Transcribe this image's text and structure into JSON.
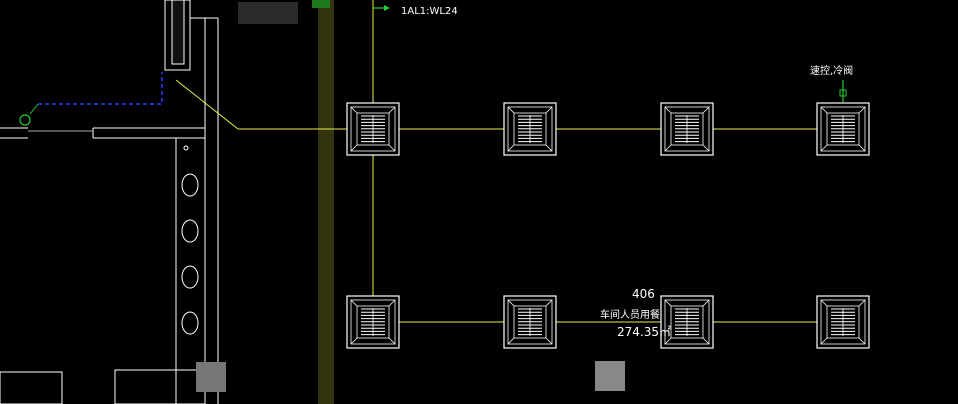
{
  "circuit_label": "1AL1:WL24",
  "room": {
    "number": "406",
    "name": "车间人员用餐",
    "area": "274.35㎡"
  },
  "unit_tag": "速控,冷阀",
  "colors": {
    "background": "#000000",
    "wire": "#e8f04a",
    "wall": "#ffffff",
    "dashed_wire": "#2a3aff",
    "green_marker": "#22cc33",
    "column_band": "#3a3a12"
  },
  "ac_units": [
    {
      "name": "cassette-unit-r1-c1"
    },
    {
      "name": "cassette-unit-r1-c2"
    },
    {
      "name": "cassette-unit-r1-c3"
    },
    {
      "name": "cassette-unit-r1-c4"
    },
    {
      "name": "cassette-unit-r2-c1"
    },
    {
      "name": "cassette-unit-r2-c2"
    },
    {
      "name": "cassette-unit-r2-c3"
    },
    {
      "name": "cassette-unit-r2-c4"
    }
  ]
}
